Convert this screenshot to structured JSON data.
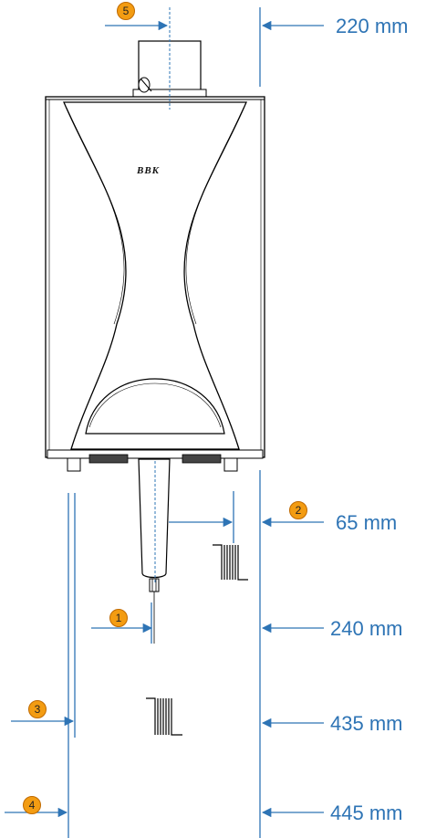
{
  "brand": "BBK",
  "colors": {
    "dimension": "#2e74b5",
    "badge": "#f39c12",
    "outline": "#000000"
  },
  "dimensions": [
    {
      "id": "220",
      "label": "220 mm"
    },
    {
      "id": "65",
      "label": "65 mm"
    },
    {
      "id": "240",
      "label": "240 mm"
    },
    {
      "id": "435",
      "label": "435 mm"
    },
    {
      "id": "445",
      "label": "445 mm"
    }
  ],
  "markers": [
    "1",
    "2",
    "3",
    "4",
    "5"
  ]
}
